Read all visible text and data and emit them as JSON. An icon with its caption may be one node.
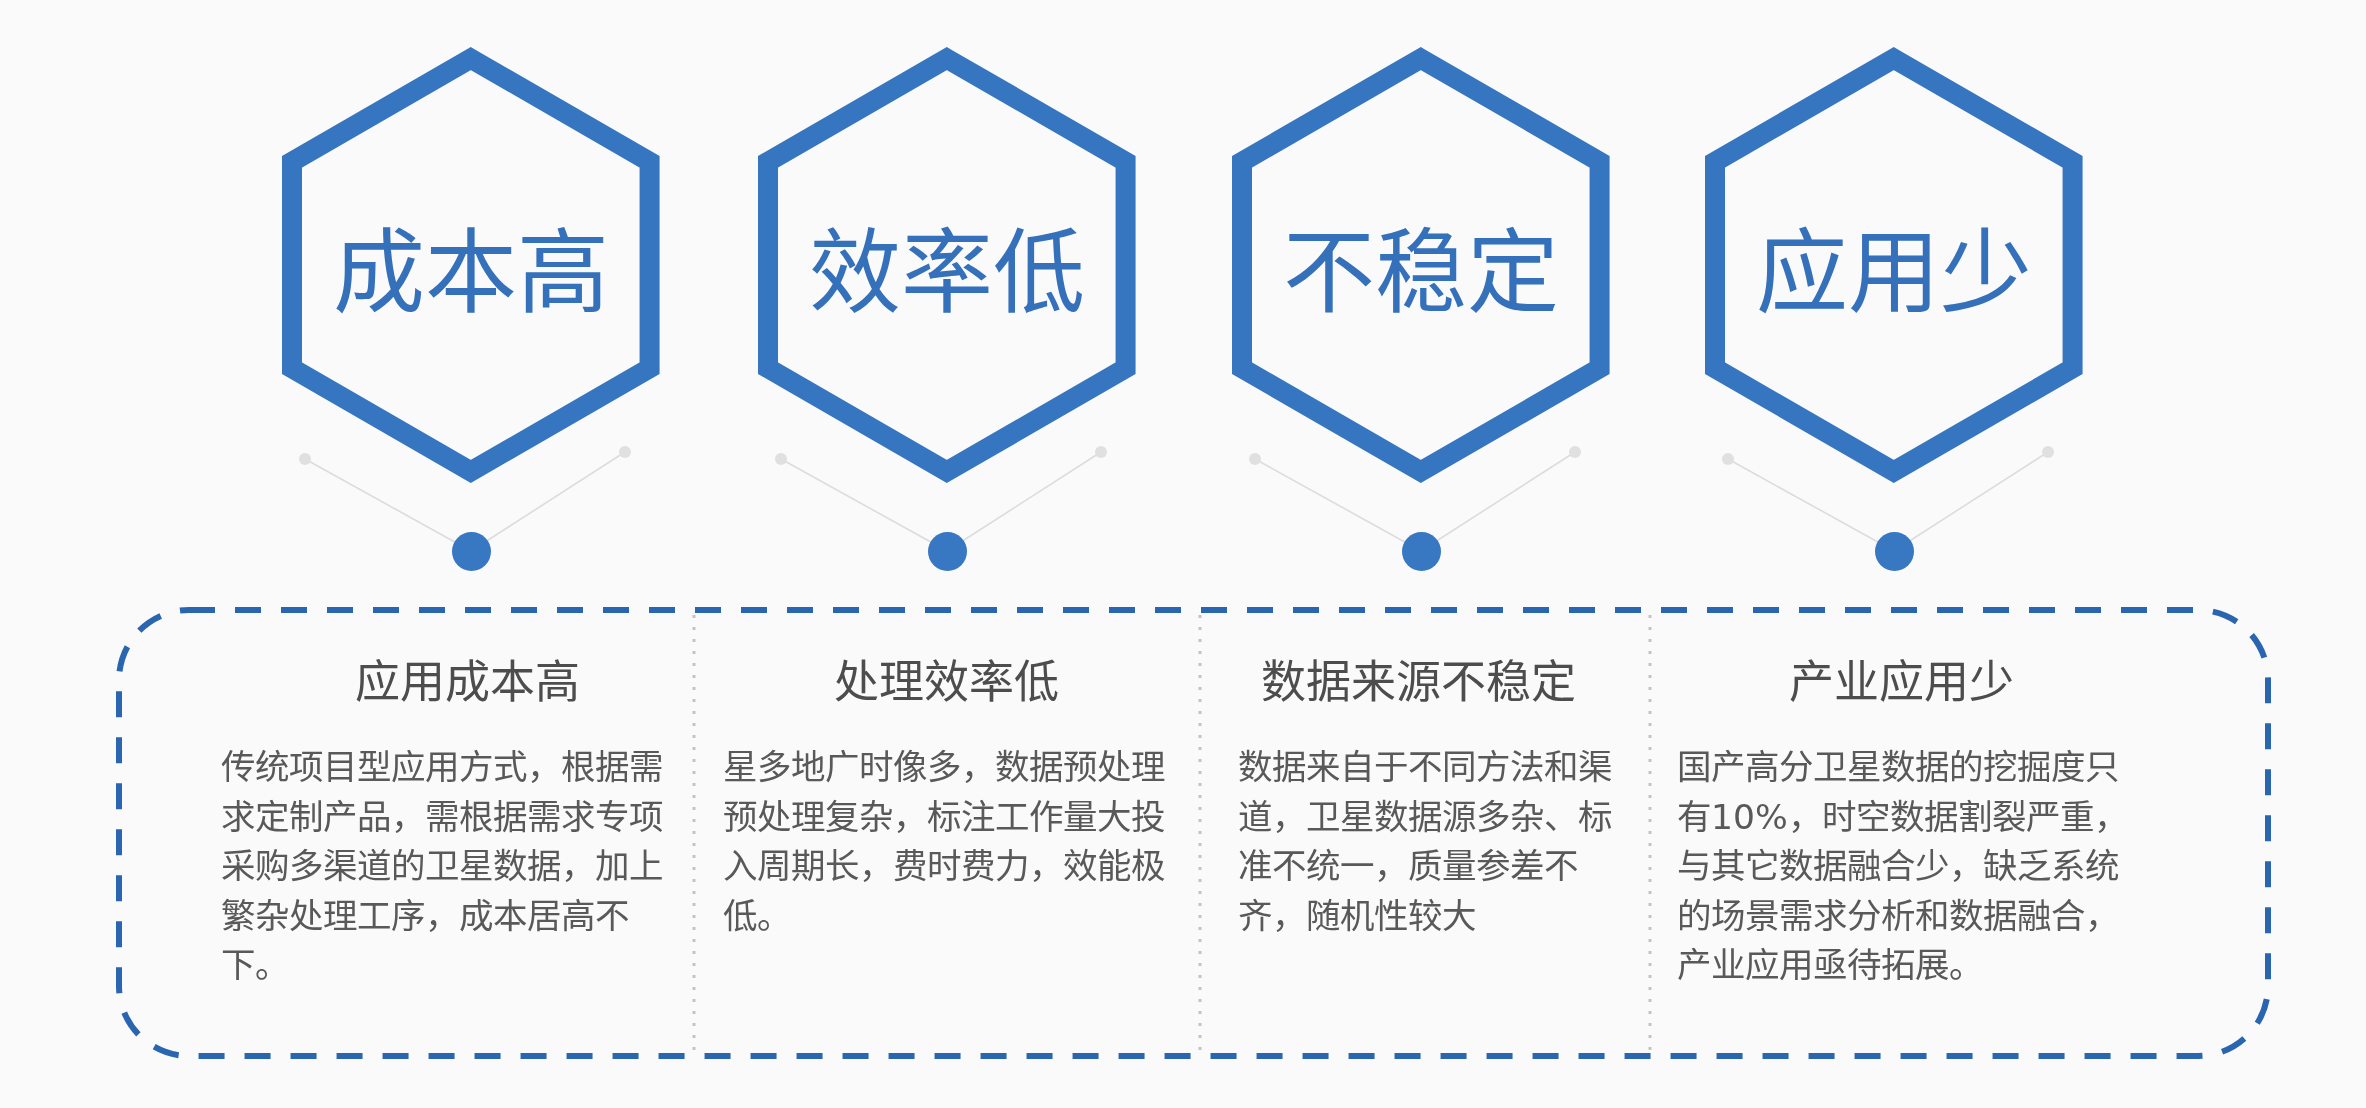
{
  "diagram": {
    "nodes": [
      {
        "text": [
          "成本高"
        ]
      },
      {
        "text": [
          "效率低"
        ]
      },
      {
        "text": [
          "不稳定"
        ]
      },
      {
        "text": [
          "应用少"
        ]
      },
      {
        "text": [],
        "shape": "box"
      },
      {
        "text": [
          "应用成本高",
          "传统项目型应用方式，根据需求定制产品，需根据需求专项采购多渠道的卫星数据，加上繁杂处理工序，成本居高不下。"
        ],
        "in": 4
      },
      {
        "text": [
          "处理效率低",
          "星多地广时像多，数据预处理预处理复杂，标注工作量大投入周期长，费时费力，效能极低。"
        ],
        "in": 4
      },
      {
        "text": [
          "数据来源不稳定",
          "数据来自于不同方法和渠道，卫星数据源多杂、标准不统一，质量参差不齐，随机性较大"
        ],
        "in": 4
      },
      {
        "text": [
          "产业应用少",
          "国产高分卫星数据的挖掘度只有10%，时空数据割裂严重，与其它数据融合少，缺乏系统的场景需求分析和数据融合，产业应用亟待拓展。"
        ],
        "in": 4
      }
    ]
  }
}
